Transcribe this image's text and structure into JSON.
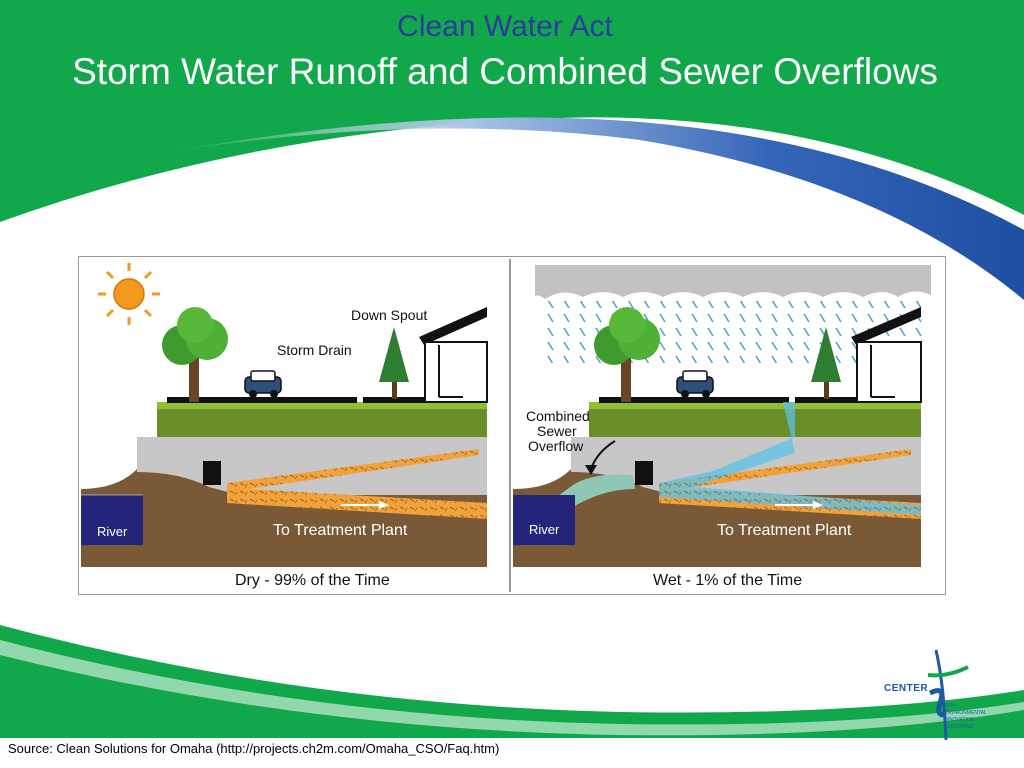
{
  "slide": {
    "title_sub": "Clean Water Act",
    "title_main": "Storm Water Runoff and Combined Sewer Overflows",
    "source": "Source: Clean Solutions for Omaha (http://projects.ch2m.com/Omaha_CSO/Faq.htm)"
  },
  "diagram": {
    "dry": {
      "down_spout": "Down Spout",
      "storm_drain": "Storm Drain",
      "river": "River",
      "treatment": "To Treatment Plant",
      "caption": "Dry - 99% of the Time"
    },
    "wet": {
      "combined_1": "Combined",
      "combined_2": "Sewer",
      "combined_3": "Overflow",
      "river": "River",
      "treatment": "To Treatment Plant",
      "caption": "Wet - 1% of the Time"
    }
  },
  "logo": {
    "center": "CENTER",
    "line1": "FOR",
    "line2": "ENVIRONMENTAL",
    "line3": "INNOVATION",
    "line4": "IN ROOFING"
  },
  "colors": {
    "green": "#10a84a",
    "blue": "#1f4fa3",
    "sewage": "#f2a23a",
    "stormwater": "#5bc2e8",
    "earth": "#7a5a36",
    "grass": "#6a8f2a"
  }
}
